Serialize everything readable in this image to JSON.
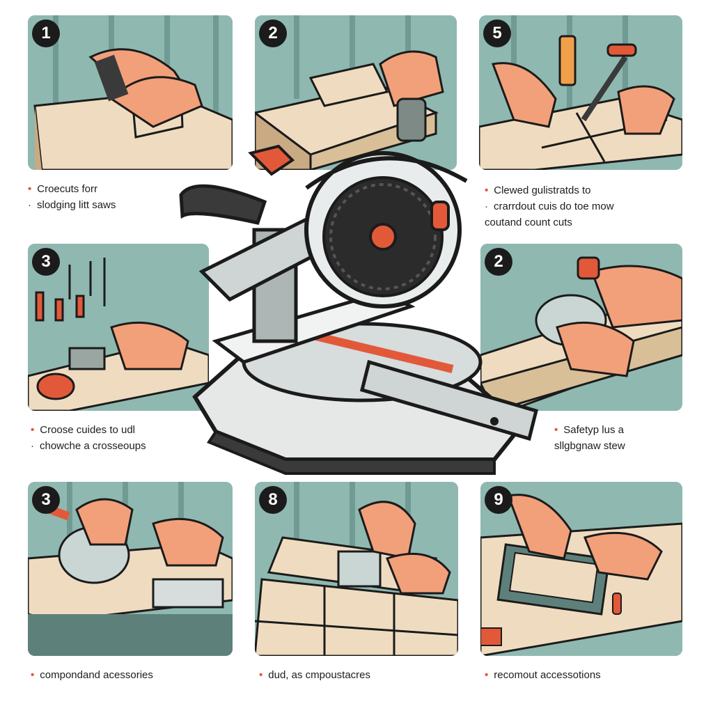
{
  "colors": {
    "panel_bg": "#8fb8b0",
    "wall": "#6f9b94",
    "wood": "#efdcc0",
    "wood_dark": "#c9aa82",
    "accent": "#e2593a",
    "ink": "#1b1b1b"
  },
  "panels": [
    {
      "number": "1"
    },
    {
      "number": "2"
    },
    {
      "number": "5"
    },
    {
      "number": "3"
    },
    {
      "number": "2"
    },
    {
      "number": "3"
    },
    {
      "number": "8"
    },
    {
      "number": "9"
    }
  ],
  "captions": {
    "top_left": {
      "line1": "Croecuts forr",
      "line2": "slodging litt saws"
    },
    "top_right": {
      "line1": "Clewed gulistratds to",
      "line2": "crarrdout cuis do toe mow",
      "line3": "coutand count cuts"
    },
    "mid_left": {
      "line1": "Croose cuides to udl",
      "line2": "chowche a crosseoups"
    },
    "mid_right": {
      "line1": "Safetyp lus a",
      "line2": "sllgbgnaw stew"
    },
    "bottom_left": {
      "line1": "compondand acessories"
    },
    "bottom_mid": {
      "line1": "dud, as cmpoustacres"
    },
    "bottom_right": {
      "line1": "recomout accessotions"
    }
  },
  "icons": {
    "center": "miter-saw-illustration",
    "bullet": "orange-bullet"
  }
}
